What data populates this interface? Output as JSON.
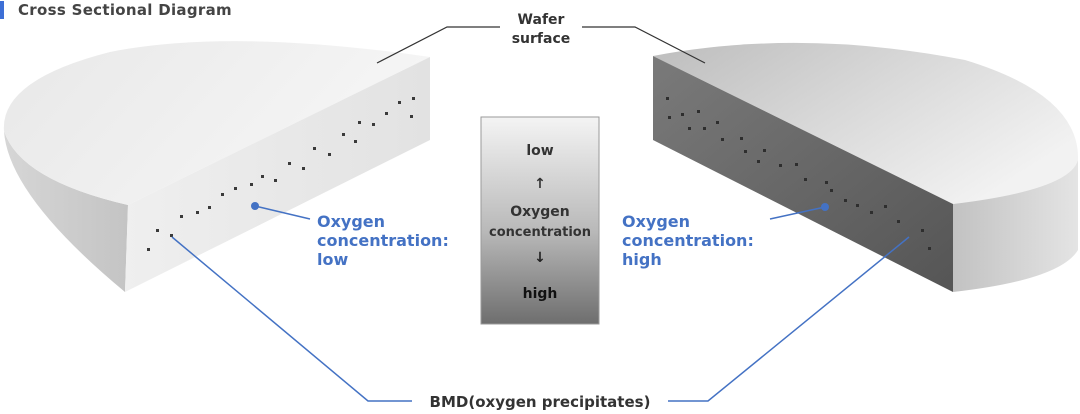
{
  "title": "Cross Sectional Diagram",
  "wafer_surface_label": [
    "Wafer",
    "surface"
  ],
  "left_label": [
    "Oxygen",
    "concentration:",
    "low"
  ],
  "right_label": [
    "Oxygen",
    "concentration:",
    "high"
  ],
  "scale": {
    "top": "low",
    "arrow_up": "↑",
    "middle": [
      "Oxygen",
      "concentration"
    ],
    "arrow_down": "↓",
    "bottom": "high"
  },
  "bmd_label": "BMD(oxygen precipitates)",
  "colors": {
    "accent": "#4472c4",
    "label_text": "#4472c4",
    "dark_text": "#333333",
    "dot": "#3a3a3a"
  }
}
